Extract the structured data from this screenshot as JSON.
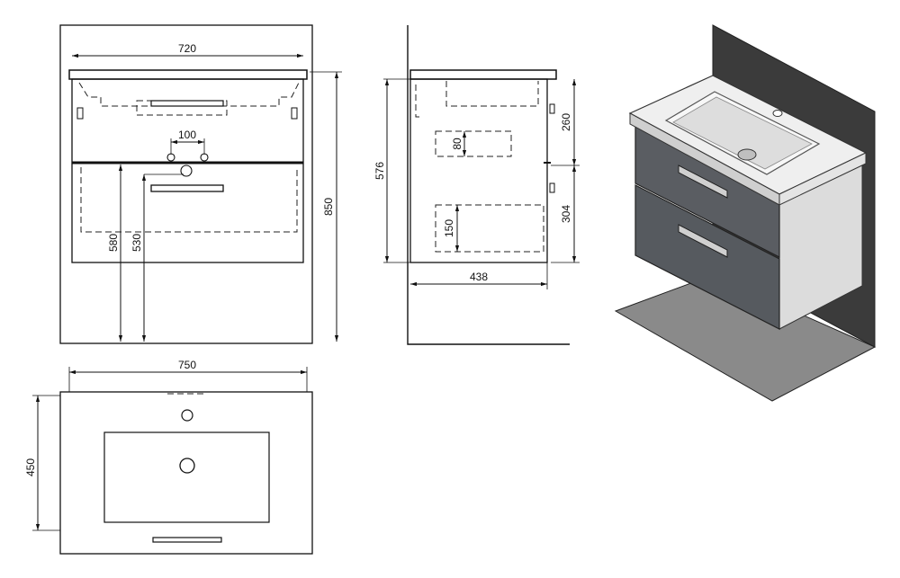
{
  "dimensions": {
    "front_width": "720",
    "hole_spacing": "100",
    "front_height": "850",
    "front_580": "580",
    "front_530": "530",
    "side_depth": "438",
    "side_576": "576",
    "side_80": "80",
    "side_150": "150",
    "side_260": "260",
    "side_304": "304",
    "top_width": "750",
    "top_depth": "450"
  },
  "colors": {
    "line": "#111111",
    "wall": "#3b3b3b",
    "floor": "#8a8a8a",
    "cabinet_front": "#5a5d62",
    "cabinet_side": "#dcdcdc",
    "basin_top": "#efefef"
  }
}
